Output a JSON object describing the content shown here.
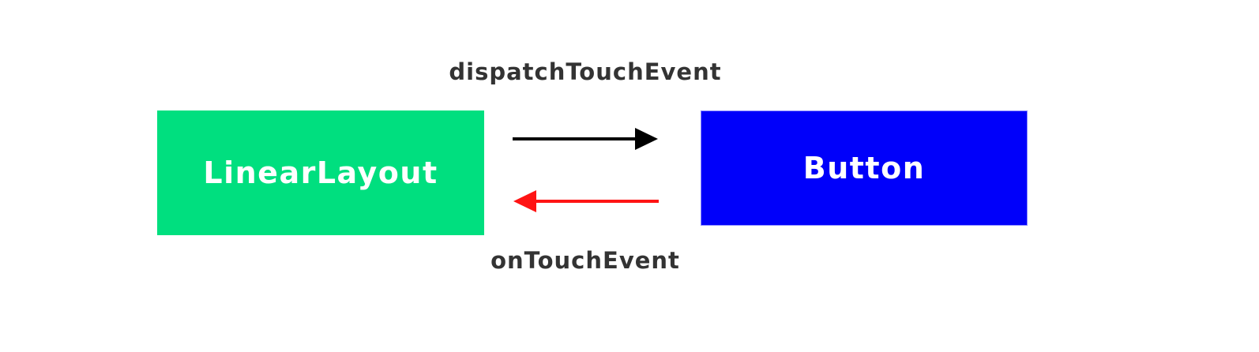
{
  "nodes": {
    "linear_layout": {
      "label": "LinearLayout",
      "color": "#00df7f"
    },
    "button": {
      "label": "Button",
      "color": "#0000fa"
    }
  },
  "edges": {
    "dispatch": {
      "label": "dispatchTouchEvent",
      "color": "#000000",
      "from": "LinearLayout",
      "to": "Button"
    },
    "on_touch": {
      "label": "onTouchEvent",
      "color": "#ff1414",
      "from": "Button",
      "to": "LinearLayout"
    }
  }
}
